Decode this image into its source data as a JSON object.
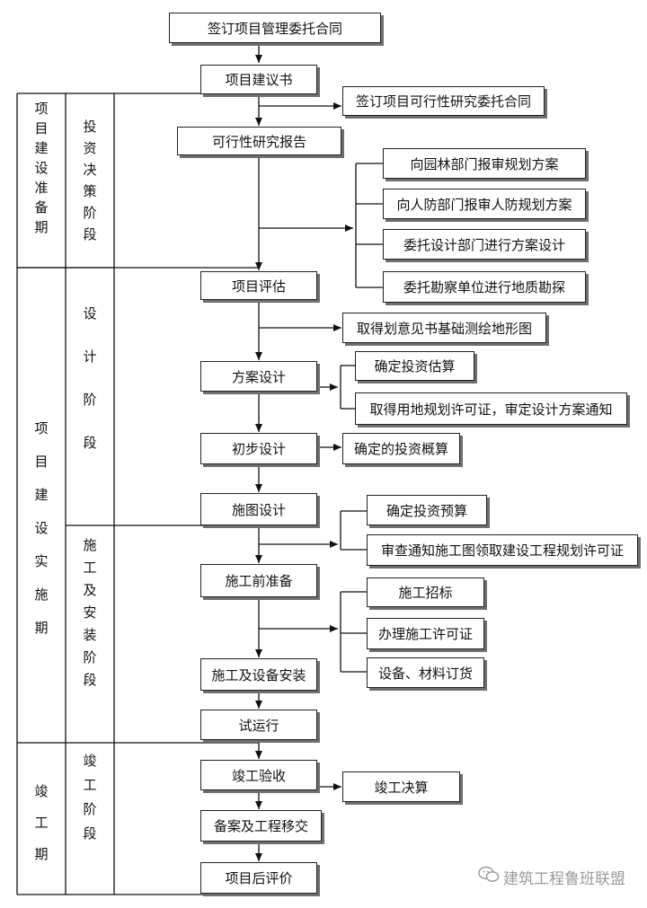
{
  "main_flow": [
    "签订项目管理委托合同",
    "项目建议书",
    "可行性研究报告",
    "项目评估",
    "方案设计",
    "初步设计",
    "施图设计",
    "施工前准备",
    "施工及设备安装",
    "试运行",
    "竣工验收",
    "备案及工程移交",
    "项目后评价"
  ],
  "side_boxes": [
    "签订项目可行性研究委托合同",
    "向园林部门报审规划方案",
    "向人防部门报审人防规划方案",
    "委托设计部门进行方案设计",
    "委托勘察单位进行地质勘探",
    "取得划意见书基础测绘地形图",
    "确定投资估算",
    "取得用地规划许可证，审定设计方案通知",
    "确定的投资概算",
    "确定投资预算",
    "审查通知施工图领取建设工程规划许可证",
    "施工招标",
    "办理施工许可证",
    "设备、材料订货",
    "竣工决算"
  ],
  "periods": [
    "项目建设准备期",
    "项目建设实施期",
    "竣工期"
  ],
  "stages": [
    "投资决策阶段",
    "设计阶段",
    "施工及安装阶段",
    "竣工阶段"
  ],
  "watermark": "建筑工程鲁班联盟"
}
